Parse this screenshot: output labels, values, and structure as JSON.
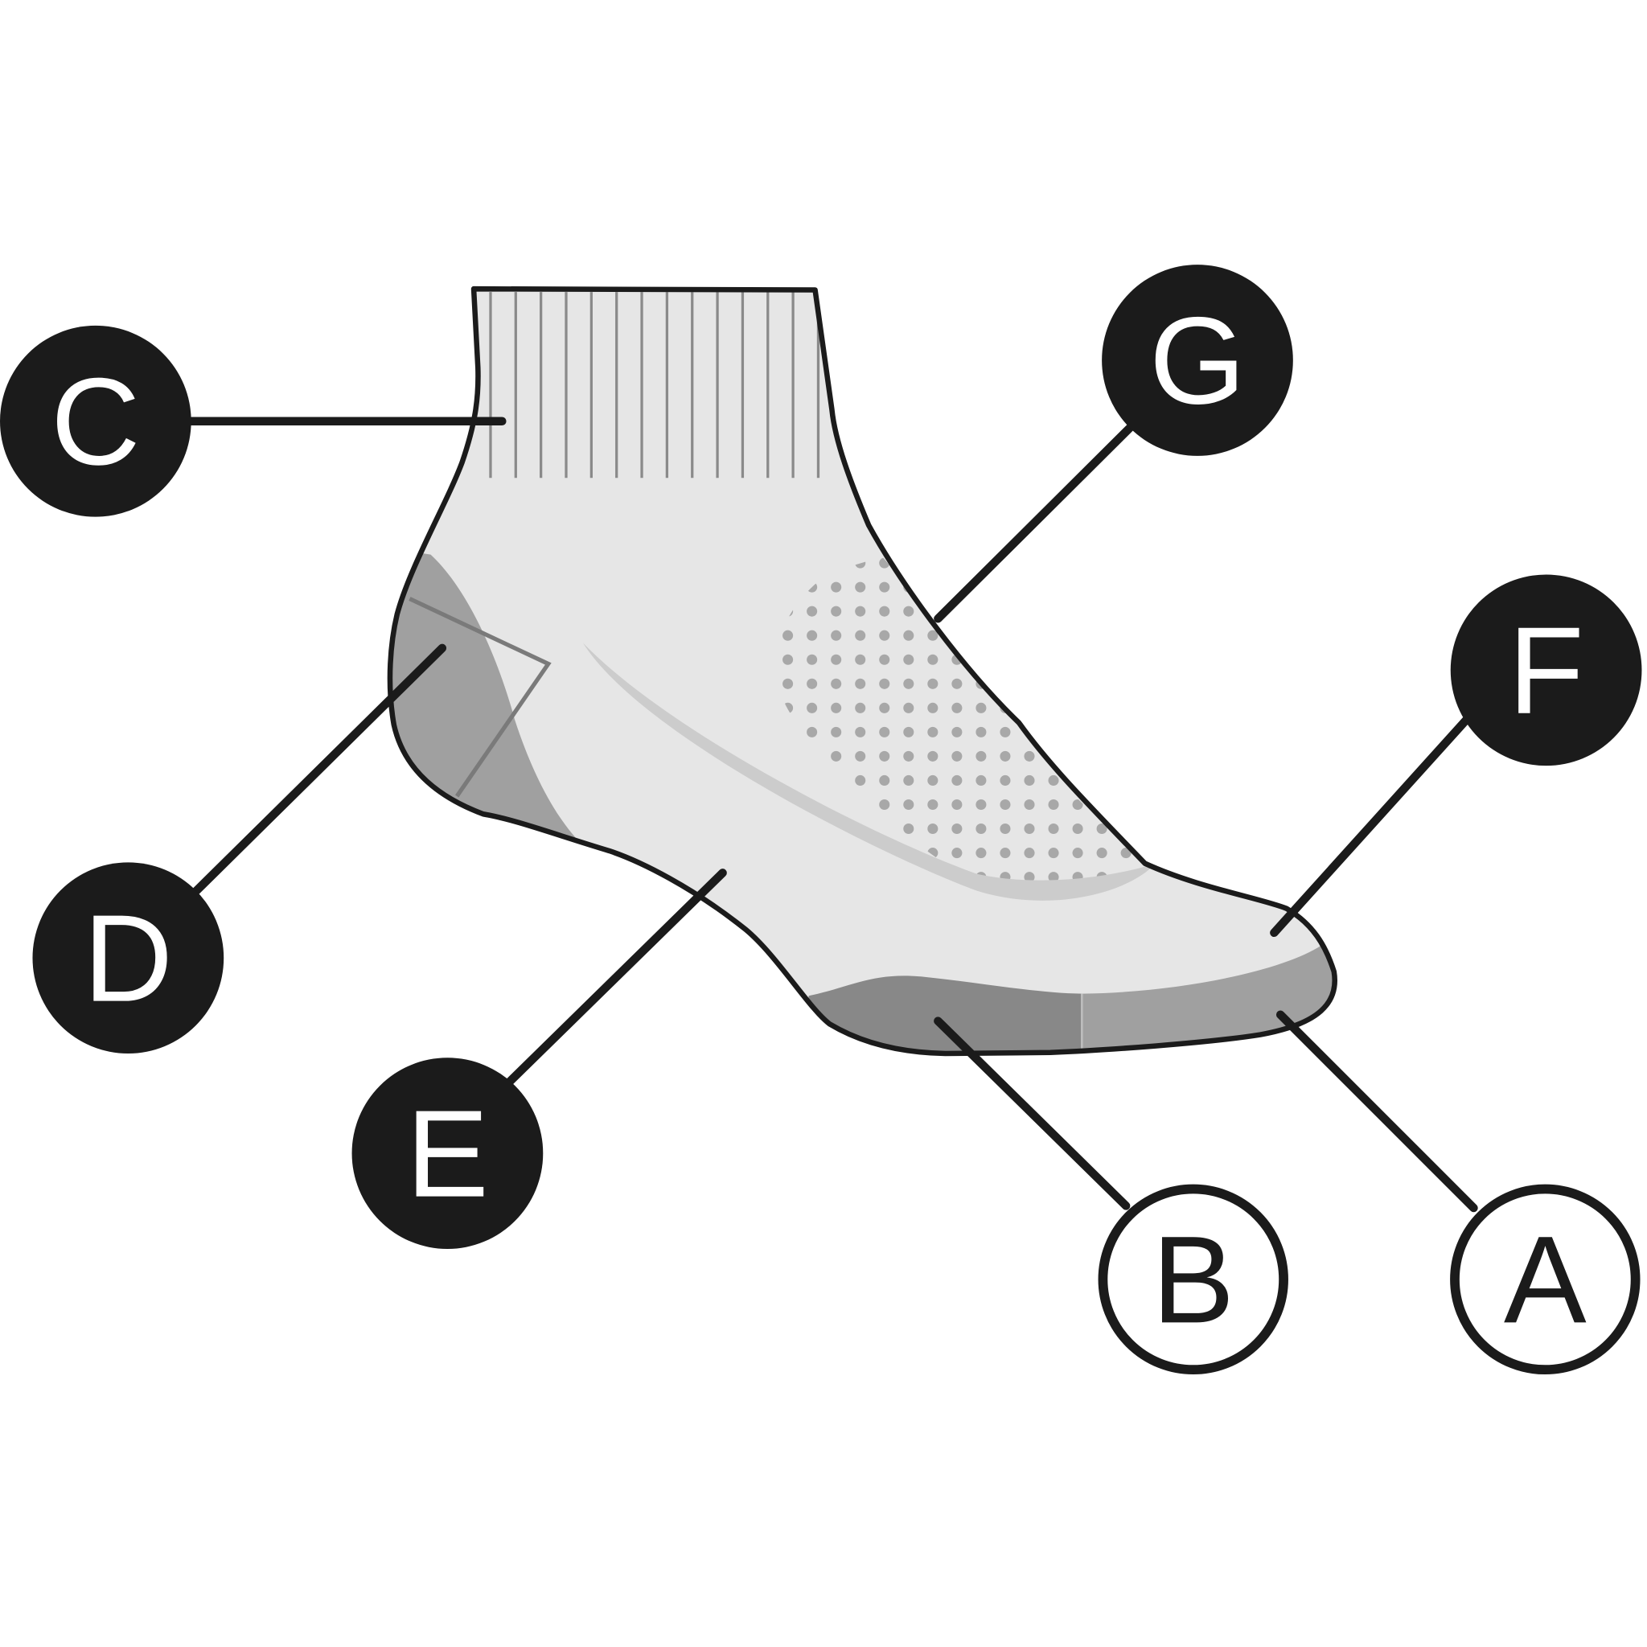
{
  "diagram": {
    "subject": "sock-anatomy",
    "labels": [
      {
        "id": "A",
        "text": "A",
        "style": "outline"
      },
      {
        "id": "B",
        "text": "B",
        "style": "outline"
      },
      {
        "id": "C",
        "text": "C",
        "style": "filled"
      },
      {
        "id": "D",
        "text": "D",
        "style": "filled"
      },
      {
        "id": "E",
        "text": "E",
        "style": "filled"
      },
      {
        "id": "F",
        "text": "F",
        "style": "filled"
      },
      {
        "id": "G",
        "text": "G",
        "style": "filled"
      }
    ],
    "colors": {
      "ink": "#1b1b1b",
      "sock": "#e6e6e6",
      "dark_sole": "#888888",
      "light_sole": "#a0a0a0",
      "dots": "#a8a8a8"
    }
  }
}
